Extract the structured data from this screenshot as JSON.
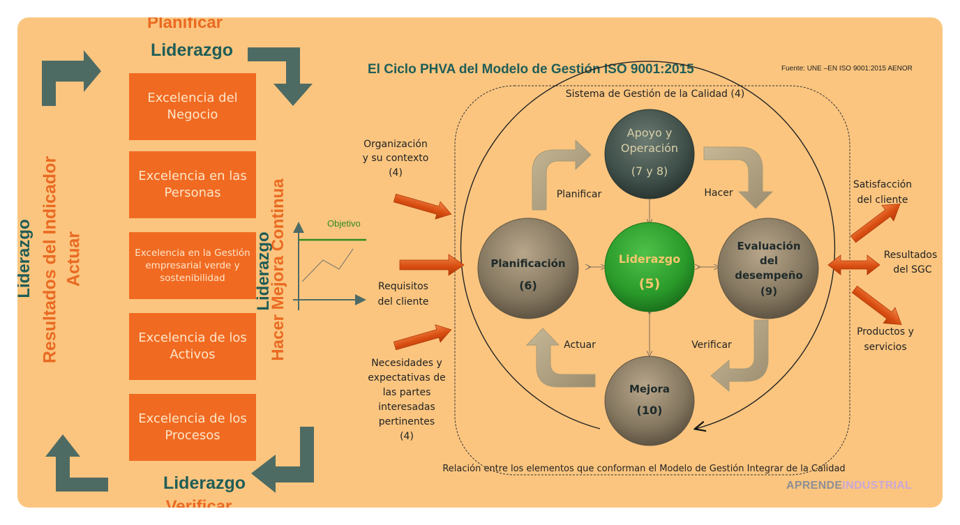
{
  "left_panel": {
    "top_heading": "Planificar",
    "top_leadership": "Liderazgo",
    "bottom_leadership": "Liderazgo",
    "bottom_heading": "Verificar",
    "left_vertical": "Liderazgo",
    "results_vertical": "Resultados del Indicador",
    "act_vertical": "Actuar",
    "mid_leadership_vertical": "Liderazgo",
    "improve_vertical": "Hacer Mejora Continua",
    "boxes": [
      "Excelencia del Negocio",
      "Excelencia en las Personas",
      "Excelencia en la Gestión empresarial verde y sostenibilidad",
      "Excelencia de los Activos",
      "Excelencia de los Procesos"
    ],
    "mini_chart": {
      "target_label": "Objetivo",
      "target_color": "#2f8a1e",
      "axis_color": "#4d6b66"
    }
  },
  "diagram": {
    "title": "El Ciclo PHVA del Modelo de Gestión ISO 9001:2015",
    "source": "Fuente: UNE –EN ISO 9001:2015  AENOR",
    "system_label": "Sistema de Gestión de la Calidad (4)",
    "caption": "Relación entre los elementos que conforman el Modelo de Gestión Integrar de la Calidad",
    "inputs": {
      "organization": [
        "Organización",
        "y su contexto",
        "(4)"
      ],
      "requirements": [
        "Requisitos",
        "del cliente"
      ],
      "needs": [
        "Necesidades y",
        "expectativas de",
        "las partes",
        "interesadas",
        "pertinentes",
        "(4)"
      ]
    },
    "outputs": {
      "satisfaction": [
        "Satisfacción",
        "del cliente"
      ],
      "results": [
        "Resultados",
        "del SGC"
      ],
      "products": [
        "Productos y",
        "servicios"
      ]
    },
    "nodes": {
      "support": {
        "line1": "Apoyo y",
        "line2": "Operación",
        "number": "(7 y 8)"
      },
      "planning": {
        "line1": "Planificación",
        "number": "(6)"
      },
      "leadership": {
        "line1": "Liderazgo",
        "number": "(5)"
      },
      "evaluation": {
        "line1": "Evaluación",
        "line2": "del",
        "line3": "desempeño",
        "number": "(9)"
      },
      "improvement": {
        "line1": "Mejora",
        "number": "(10)"
      }
    },
    "cycle_labels": {
      "plan": "Planificar",
      "do": "Hacer",
      "check": "Verificar",
      "act": "Actuar"
    }
  },
  "watermark": {
    "part1": "APRENDE",
    "part2": "INDUSTRIAL"
  },
  "colors": {
    "background": "#fbc57f",
    "box": "#f16a22",
    "orange_text": "#ea6a22",
    "teal_text": "#1f5d58",
    "arrow_green": "#4e6b63",
    "leader_green": "#2a9a2a"
  }
}
